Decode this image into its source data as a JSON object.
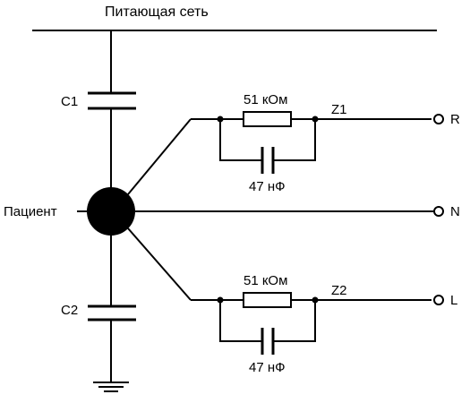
{
  "labels": {
    "supply": "Питающая сеть",
    "c1": "C1",
    "c2": "C2",
    "patient": "Пациент",
    "z1": "Z1",
    "z2": "Z2",
    "r": "R",
    "n": "N",
    "l": "L",
    "res1": "51 кОм",
    "res2": "51 кОм",
    "cap1": "47 нФ",
    "cap2": "47 нФ"
  }
}
